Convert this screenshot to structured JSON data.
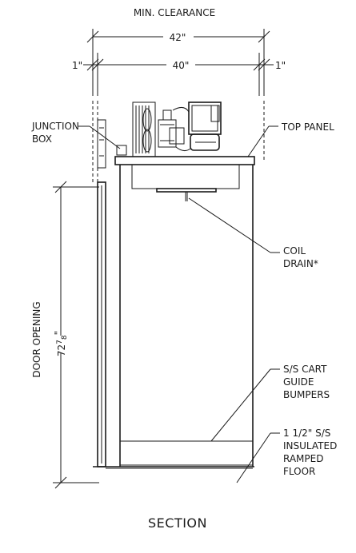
{
  "header": {
    "min_clearance": "MIN. CLEARANCE"
  },
  "dimensions": {
    "overall_width": "42\"",
    "interior_width": "40\"",
    "left_clearance": "1\"",
    "right_clearance": "1\"",
    "door_height_whole": "72",
    "door_height_num": "7",
    "door_height_den": "8",
    "door_height_inch": "\""
  },
  "labels": {
    "junction_box_1": "JUNCTION",
    "junction_box_2": "BOX",
    "top_panel": "TOP PANEL",
    "coil_drain_1": "COIL",
    "coil_drain_2": "DRAIN*",
    "door_opening": "DOOR OPENING",
    "cart_guide_1": "S/S CART",
    "cart_guide_2": "GUIDE",
    "cart_guide_3": "BUMPERS",
    "floor_1": "1 1/2\" S/S",
    "floor_2": "INSULATED",
    "floor_3": "RAMPED",
    "floor_4": "FLOOR"
  },
  "caption": {
    "section": "SECTION"
  }
}
